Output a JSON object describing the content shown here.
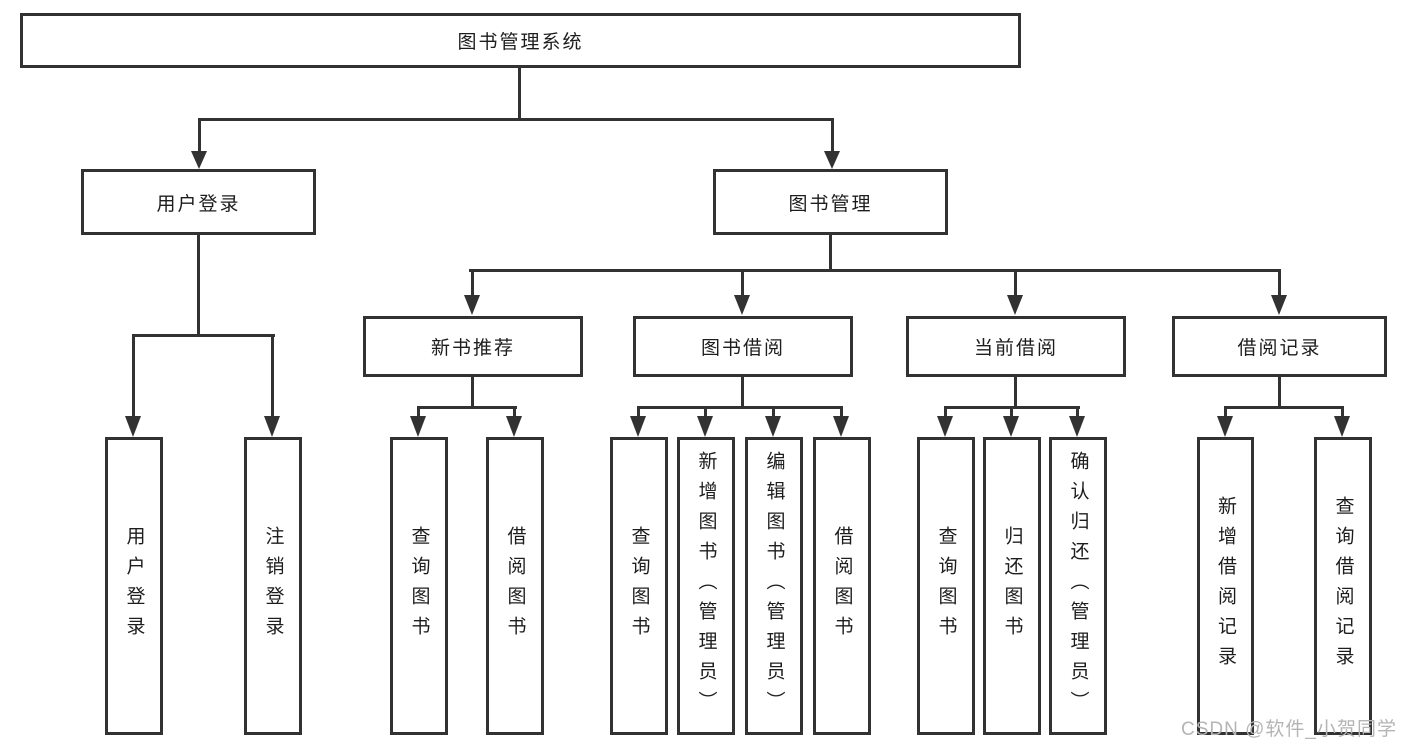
{
  "diagram": {
    "tree": {
      "label": "图书管理系统",
      "children": [
        {
          "label": "用户登录",
          "children": [
            {
              "label": "用户登录"
            },
            {
              "label": "注销登录"
            }
          ]
        },
        {
          "label": "图书管理",
          "children": [
            {
              "label": "新书推荐",
              "children": [
                {
                  "label": "查询图书"
                },
                {
                  "label": "借阅图书"
                }
              ]
            },
            {
              "label": "图书借阅",
              "children": [
                {
                  "label": "查询图书"
                },
                {
                  "label": "新增图书（管理员）"
                },
                {
                  "label": "编辑图书（管理员）"
                },
                {
                  "label": "借阅图书"
                }
              ]
            },
            {
              "label": "当前借阅",
              "children": [
                {
                  "label": "查询图书"
                },
                {
                  "label": "归还图书"
                },
                {
                  "label": "确认归还（管理员）"
                }
              ]
            },
            {
              "label": "借阅记录",
              "children": [
                {
                  "label": "新增借阅记录"
                },
                {
                  "label": "查询借阅记录"
                }
              ]
            }
          ]
        }
      ]
    },
    "watermark": "CSDN @软件_小贺同学",
    "colors": {
      "line": "#323232",
      "text": "#1d1d1d",
      "watermark": "#b5b5b5",
      "background": "#ffffff"
    }
  }
}
